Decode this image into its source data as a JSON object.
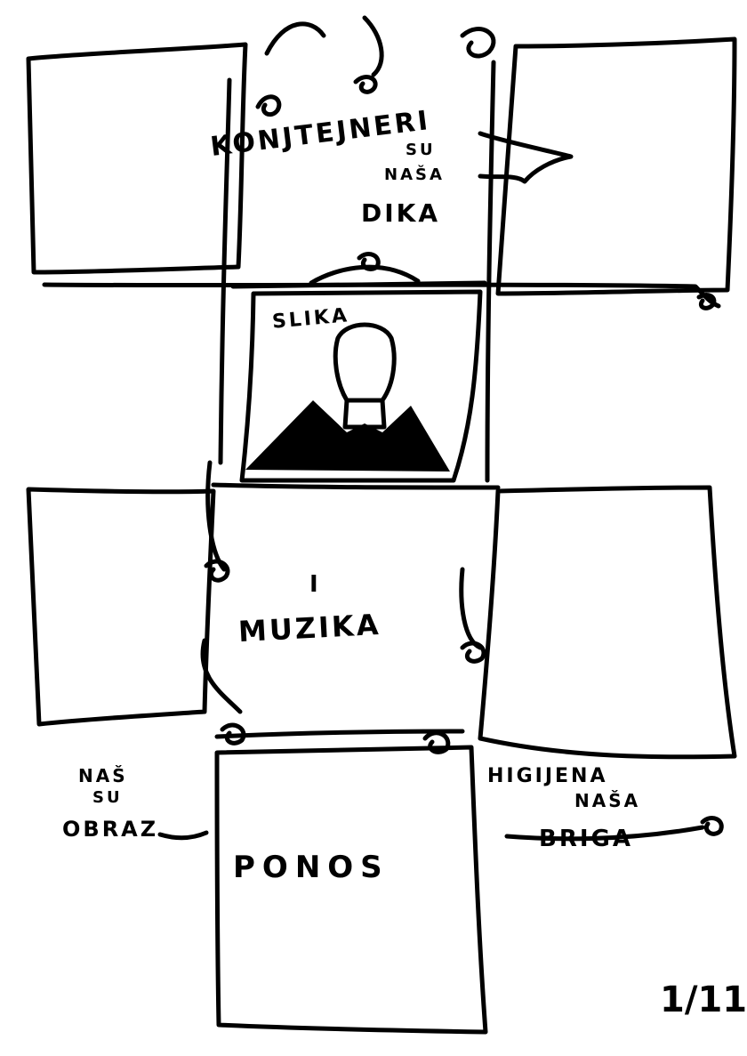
{
  "texts": {
    "konjtejneri": "KONJTEJNERI",
    "su_top": "SU",
    "nasa_top": "NAŠA",
    "dika": "DIKA",
    "slika": "SLIKA",
    "i": "I",
    "muzika": "MUZIKA",
    "nas": "NAŠ",
    "su_left": "SU",
    "obraz": "OBRAZ",
    "ponos": "PONOS",
    "higijena": "HIGIJENA",
    "nasa_right": "NAŠA",
    "briga": "BRIGA",
    "signature": "1/11"
  },
  "colors": {
    "ink": "#000000",
    "paper": "#ffffff"
  },
  "icons": {
    "spiral": "spiral-ornament-icon",
    "pennant": "pennant-flag-icon",
    "portrait": "portrait-figure-icon"
  }
}
